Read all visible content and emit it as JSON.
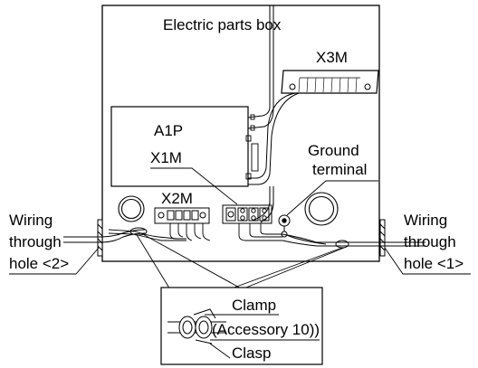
{
  "labels": {
    "box_title": "Electric parts box",
    "x3m": "X3M",
    "a1p": "A1P",
    "x1m": "X1M",
    "x2m": "X2M",
    "ground_line1": "Ground",
    "ground_line2": "terminal",
    "wiring_left_line1": "Wiring",
    "wiring_left_line2": "through",
    "wiring_left_line3": "hole <2>",
    "wiring_right_line1": "Wiring",
    "wiring_right_line2": "through",
    "wiring_right_line3": "hole <1>",
    "clamp": "Clamp",
    "accessory": "(Accessory 10))",
    "clasp": "Clasp"
  },
  "colors": {
    "stroke": "#000000",
    "background": "#ffffff"
  }
}
